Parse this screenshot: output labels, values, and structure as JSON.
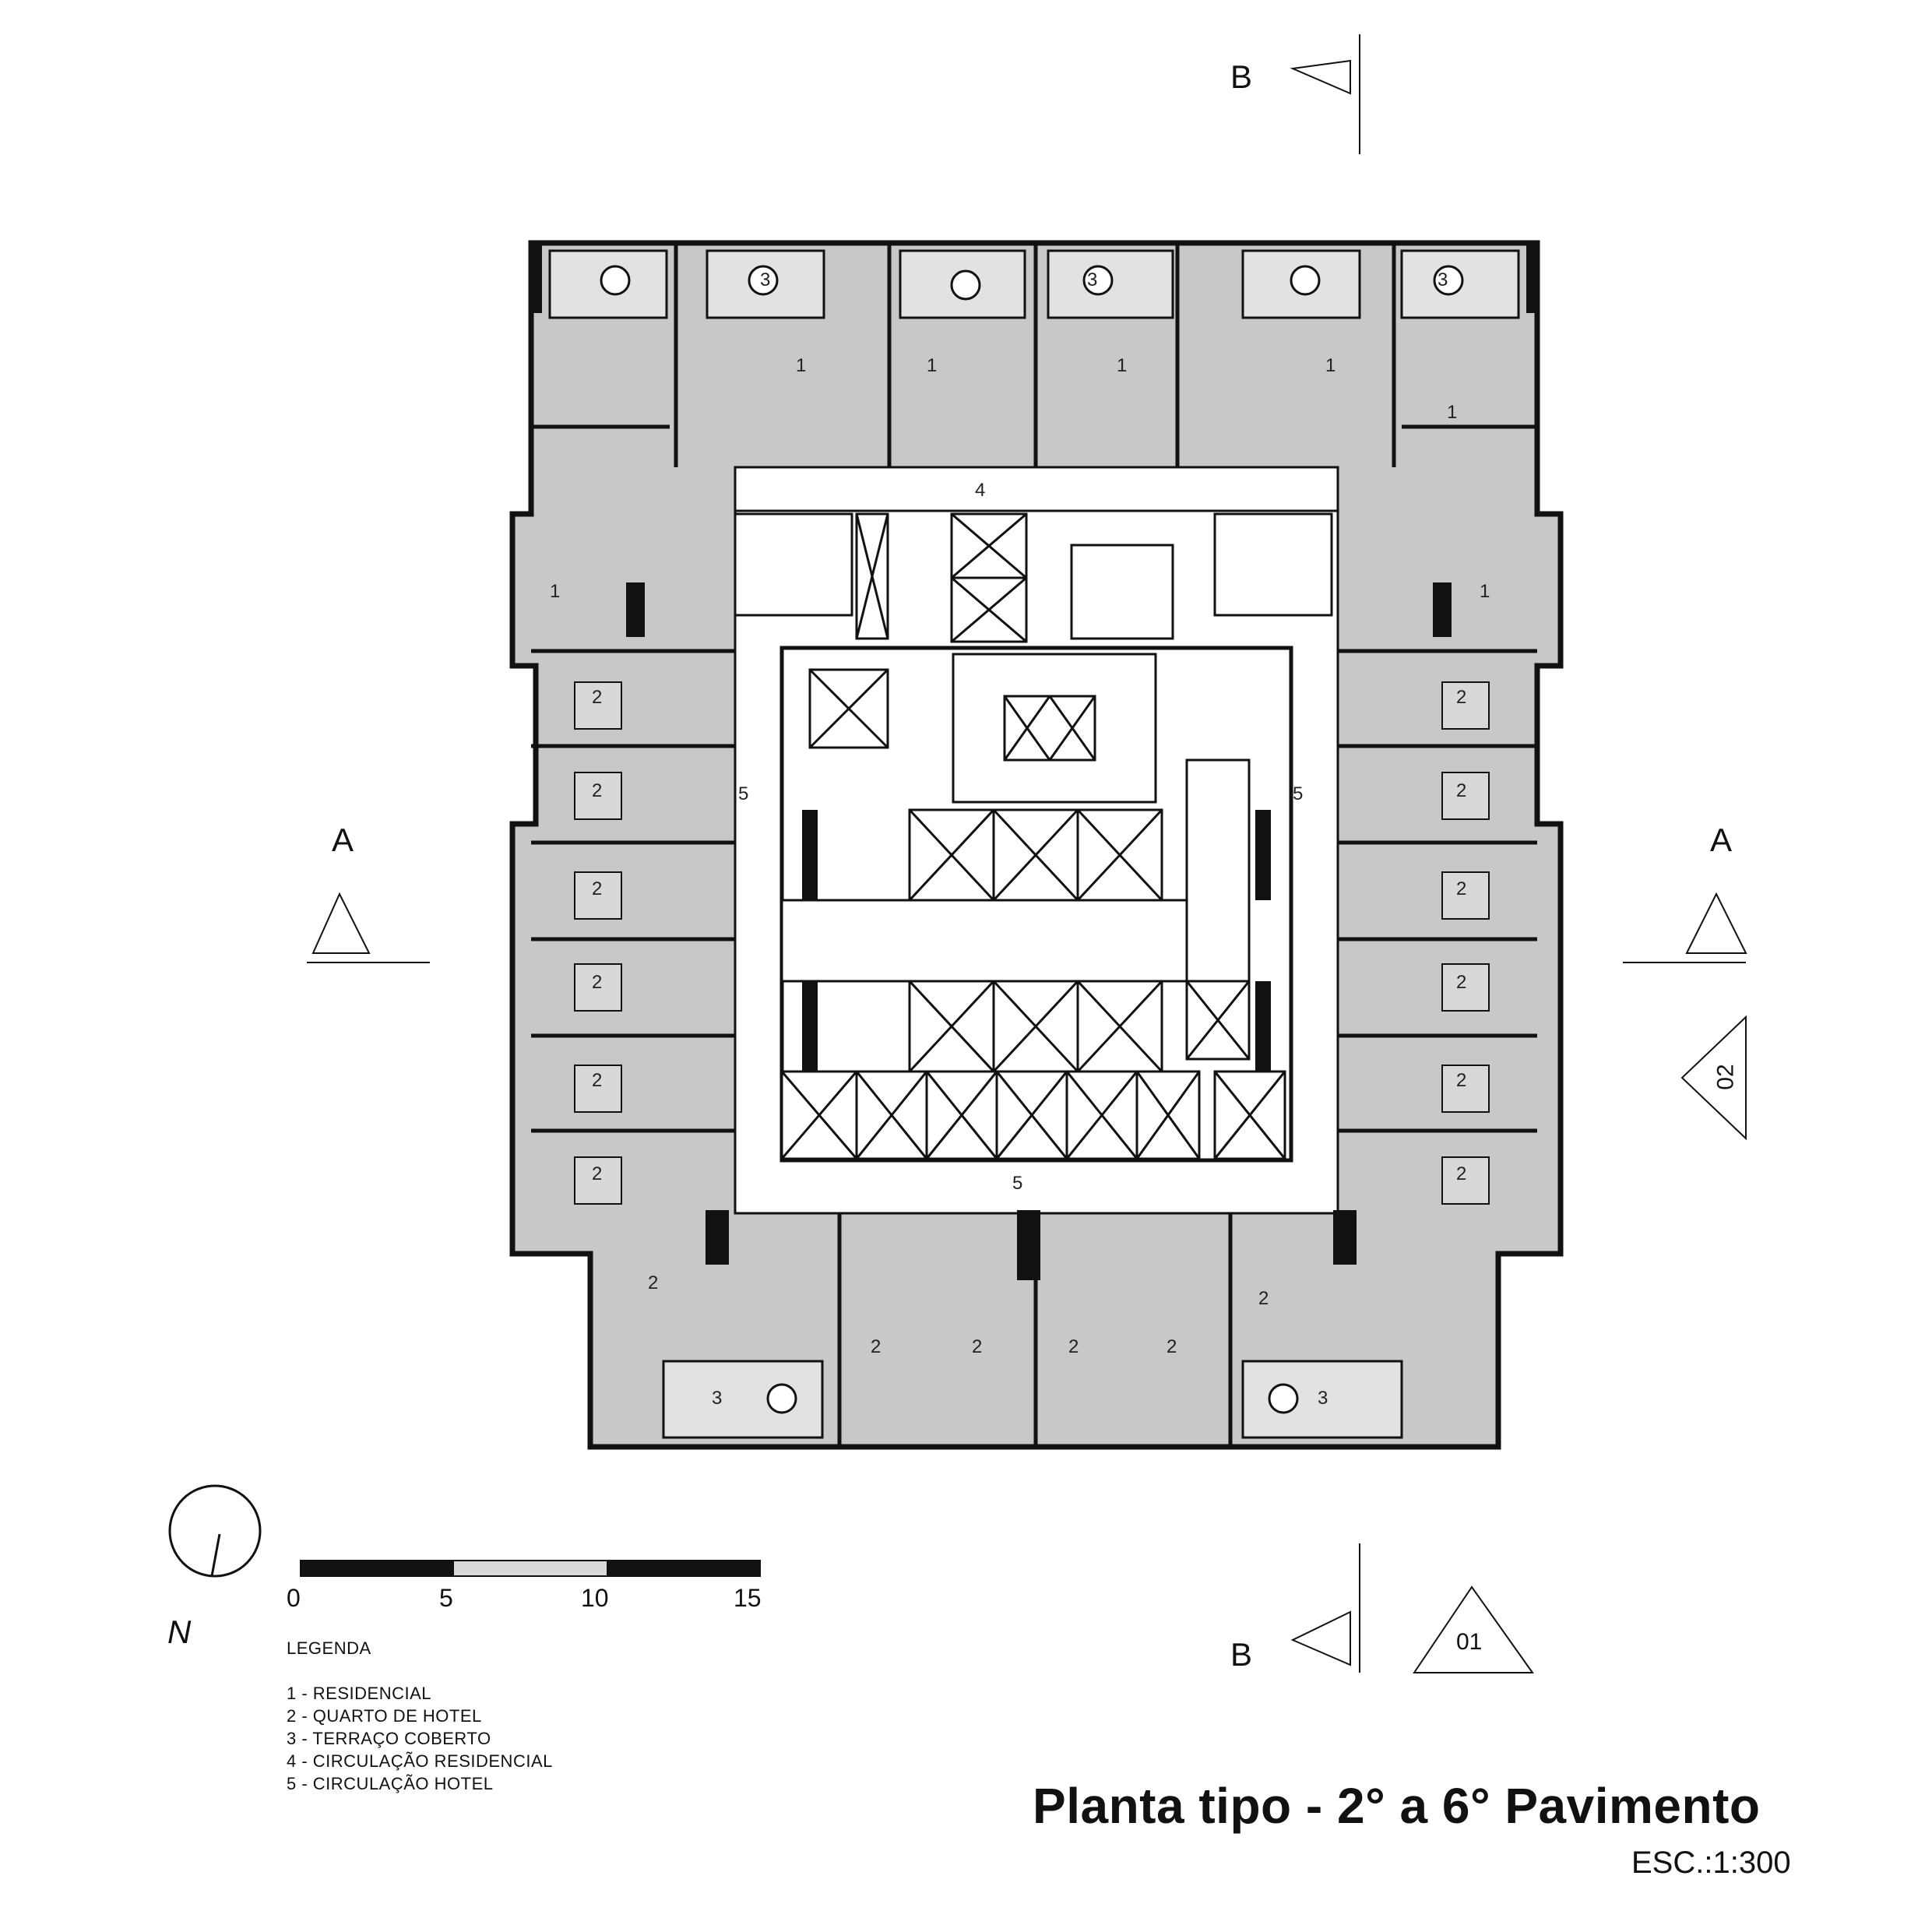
{
  "section_marks": {
    "a_left": "A",
    "a_right": "A",
    "b_top": "B",
    "b_bottom": "B"
  },
  "view_refs": {
    "ref_01": "01",
    "ref_02": "02"
  },
  "room_labels": {
    "residential": "1",
    "hotel_room": "2",
    "terrace": "3",
    "res_circulation": "4",
    "hotel_circulation": "5"
  },
  "north": {
    "label": "N"
  },
  "scale_bar": {
    "ticks": [
      "0",
      "5",
      "10",
      "15"
    ]
  },
  "legend": {
    "heading": "LEGENDA",
    "items": [
      "1 - RESIDENCIAL",
      "2 - QUARTO DE HOTEL",
      "3 - TERRAÇO COBERTO",
      "4 - CIRCULAÇÃO RESIDENCIAL",
      "5 - CIRCULAÇÃO HOTEL"
    ]
  },
  "title": "Planta tipo - 2° a 6° Pavimento",
  "scale": "ESC.:1:300",
  "colors": {
    "floor_gray": "#c8c8c8",
    "terrace_gray": "#e2e2e2",
    "wall": "#111111",
    "circulation": "#ffffff"
  }
}
